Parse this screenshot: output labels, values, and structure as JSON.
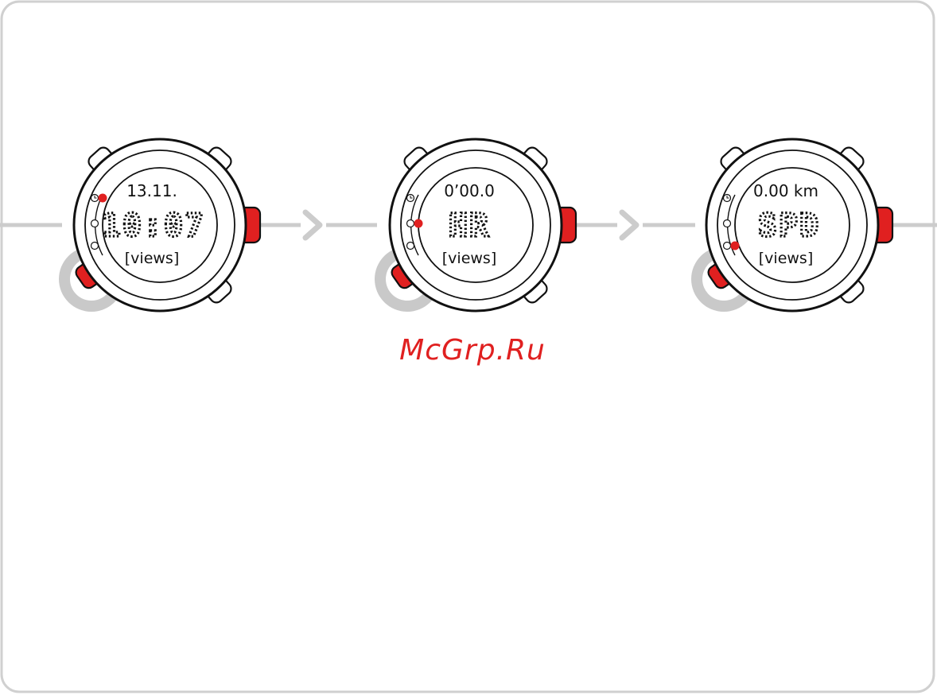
{
  "watermark": "McGrp.Ru",
  "colors": {
    "accent_red": "#e02020",
    "flow_gray": "#cccccc",
    "outline": "#111111",
    "frame": "#d0d0d0"
  },
  "indicator_icons": [
    "clock-icon",
    "circled-one-icon",
    "circled-two-icon"
  ],
  "watches": [
    {
      "top": "13.11.",
      "main": "10:07",
      "bottom": "[views]",
      "active_indicator": 0
    },
    {
      "top": "0’00.0",
      "main": "HR",
      "bottom": "[views]",
      "active_indicator": 1
    },
    {
      "top": "0.00 km",
      "main": "SPD",
      "bottom": "[views]",
      "active_indicator": 2
    }
  ]
}
